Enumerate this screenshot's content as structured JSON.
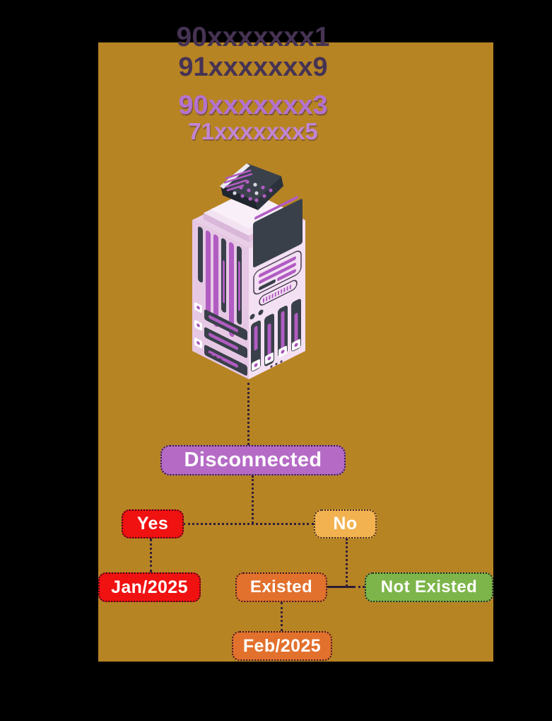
{
  "canvas": {
    "background_color": "#b78424",
    "outer_color": "#000000"
  },
  "masked_numbers": {
    "line1": "90xxxxxxx1",
    "line2": "91xxxxxxx9",
    "line3": "90xxxxxxx3",
    "line4": "71xxxxxxx5",
    "dark_color": "#463353",
    "light_color": "#b472cf",
    "lighter_color": "#c185d4"
  },
  "illustration": {
    "name": "isometric-server-tower",
    "body_pink": "#f4e0f3",
    "panel_dark": "#394049",
    "accent_purple": "#b15cc2"
  },
  "flowchart": {
    "connector_color": "#32203a",
    "nodes": {
      "disconnected": {
        "label": "Disconnected",
        "color": "#b56bc6"
      },
      "yes": {
        "label": "Yes",
        "color": "#f01111"
      },
      "no": {
        "label": "No",
        "color": "#f2b24f"
      },
      "jan": {
        "label": "Jan/2025",
        "color": "#f01111"
      },
      "existed": {
        "label": "Existed",
        "color": "#e2712d"
      },
      "not_existed": {
        "label": "Not Existed",
        "color": "#7db54a"
      },
      "feb": {
        "label": "Feb/2025",
        "color": "#e2712d"
      }
    }
  }
}
